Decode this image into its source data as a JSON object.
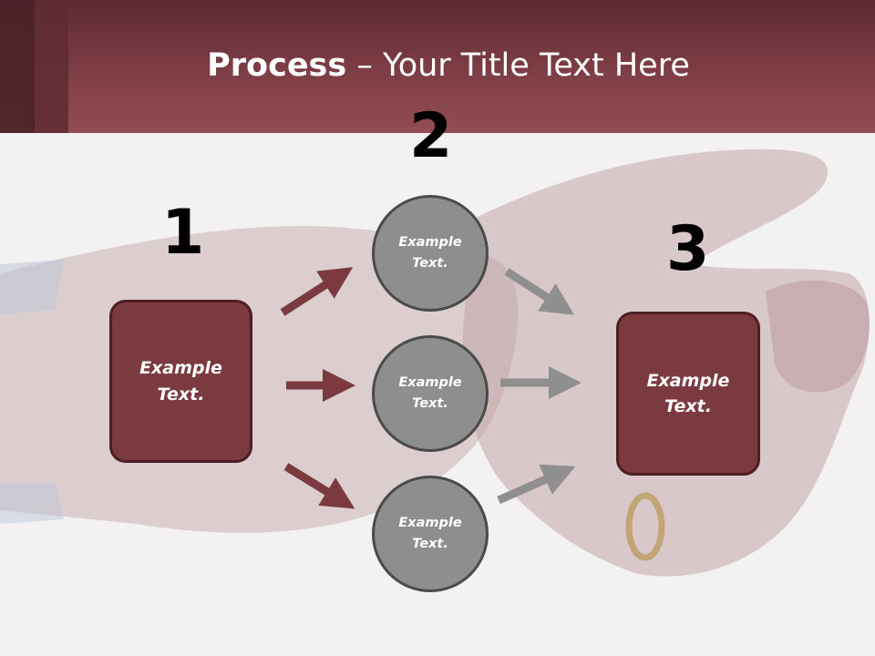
{
  "title": {
    "bold": "Process",
    "rest": " – Your Title Text Here"
  },
  "steps": {
    "one": "1",
    "two": "2",
    "three": "3"
  },
  "left_box": {
    "text": "Example\nText."
  },
  "right_box": {
    "text": "Example\nText."
  },
  "circles": [
    {
      "text": "Example\nText."
    },
    {
      "text": "Example\nText."
    },
    {
      "text": "Example\nText."
    }
  ],
  "colors": {
    "header": "#7c3c44",
    "box_fill": "#7a3a40",
    "circle_fill": "#8e8e8e",
    "arrow_red": "#7a3a40",
    "arrow_gray": "#8f8f8f"
  }
}
